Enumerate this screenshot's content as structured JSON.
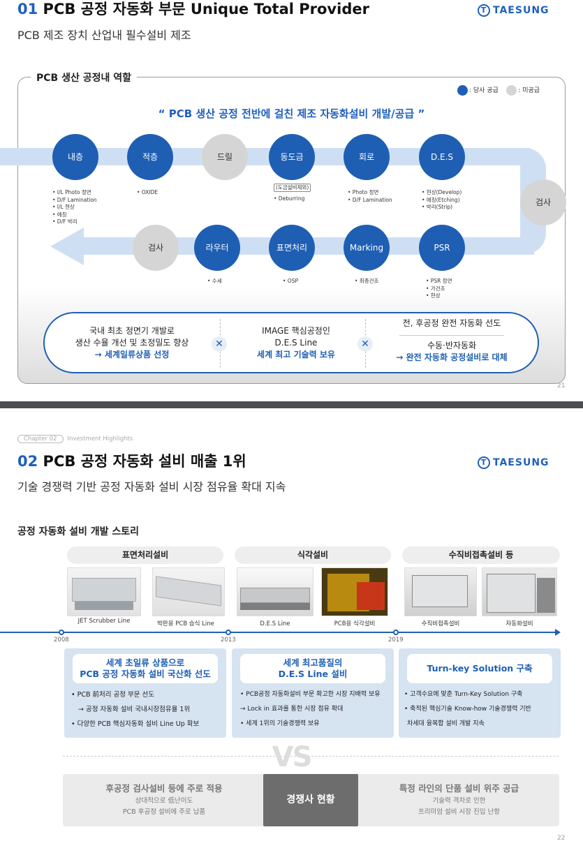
{
  "slide1": {
    "title_num": "01",
    "title": "PCB 공정 자동화 부문 Unique Total Provider",
    "subtitle": "PCB 제조 장치 산업내 필수설비 제조",
    "logo": "TAESUNG",
    "frame_title": "PCB 생산 공정내 역할",
    "legend": {
      "ours": "당사 공급",
      "not": "미공급",
      "ours_color": "#1e5fb4",
      "not_color": "#d5d5d5"
    },
    "quote": "“ PCB 생산 공정 전반에 걸친 제조 자동화설비 개발/공급 ”",
    "top_row": [
      {
        "label": "내층",
        "supplied": true,
        "notes": [
          "• I/L Photo 정면",
          "• D/F Lamination",
          "• I/L 현상",
          "• 에칭",
          "• D/F 박리"
        ]
      },
      {
        "label": "적층",
        "supplied": true,
        "notes": [
          "• OXIDE"
        ]
      },
      {
        "label": "드릴",
        "supplied": false,
        "notes": []
      },
      {
        "label": "동도금",
        "supplied": true,
        "badge": "(도금설비제외)",
        "notes": [
          "• Deburring"
        ]
      },
      {
        "label": "회로",
        "supplied": true,
        "notes": [
          "• Photo 정면",
          "• D/F Lamination"
        ]
      },
      {
        "label": "D.E.S",
        "supplied": true,
        "notes": [
          "• 현상(Develop)",
          "• 에칭(Etching)",
          "• 박리(Strip)"
        ]
      }
    ],
    "side_step": {
      "label": "검사",
      "supplied": false
    },
    "bottom_row": [
      {
        "label": "검사",
        "supplied": false,
        "notes": []
      },
      {
        "label": "라우터",
        "supplied": true,
        "notes": [
          "• 수세"
        ]
      },
      {
        "label": "표면처리",
        "supplied": true,
        "notes": [
          "• OSP"
        ]
      },
      {
        "label": "Marking",
        "supplied": true,
        "notes": [
          "• 최종건조"
        ]
      },
      {
        "label": "PSR",
        "supplied": true,
        "notes": [
          "• PSR 정면",
          "• 가건조",
          "• 현상"
        ]
      }
    ],
    "summary": [
      {
        "l1": "국내 최초 정면기 개발로",
        "l2": "생산 수율 개선 및 초정밀도 향상",
        "hl": "→ 세계일류상품 선정"
      },
      {
        "l1": "IMAGE 핵심공정인",
        "l2": "D.E.S Line",
        "hl": "세계 최고 기술력 보유"
      },
      {
        "l1": "전, 후공정 완전 자동화 선도",
        "l2": "수동·반자동화",
        "hl": "→ 완전 자동화 공정설비로 대체"
      }
    ],
    "x_mark": "✕",
    "page": "21"
  },
  "slide2": {
    "chapter": "Chapter 02",
    "chapter_title": "Investment Highlights",
    "title_num": "02",
    "title": "PCB 공정 자동화 설비 매출 1위",
    "subtitle": "기술 경쟁력 기반 공정 자동화 설비 시장 점유율 확대 지속",
    "logo": "TAESUNG",
    "story_title": "공정 자동화 설비 개발 스토리",
    "categories": [
      {
        "name": "표면처리설비",
        "photos": [
          "JET Scrubber Line",
          "박판용 PCB 습식 Line"
        ]
      },
      {
        "name": "식각설비",
        "photos": [
          "D.E.S Line",
          "PCB용 식각설비"
        ]
      },
      {
        "name": "수직비접촉설비 등",
        "photos": [
          "수직비접촉설비",
          "자동화설비"
        ]
      }
    ],
    "years": [
      "2008",
      "2013",
      "2019"
    ],
    "cards": [
      {
        "title1": "세계 초일류 상품으로",
        "title2": "PCB 공정 자동화 설비 국산화 선도",
        "lines": [
          "• PCB 前처리 공정 부문 선도",
          "   → 공정 자동화 설비 국내시장점유율 1위",
          "• 다양한 PCB 핵심자동화 설비 Line Up 확보"
        ]
      },
      {
        "title1": "세계 최고품질의",
        "title2": "D.E.S Line 설비",
        "lines": [
          "• PCB공정 자동화설비 부문 확고한 시장 지배력 보유",
          "→ Lock in 효과를 통한 시장 점유 확대",
          "• 세계 1위의 기술경쟁력 보유"
        ]
      },
      {
        "title1": "Turn-key Solution 구축",
        "title2": "",
        "lines": [
          "• 고객수요에 맞춘 Turn-Key Solution 구축",
          "• 축적된 핵심기술 Know-how 기술경쟁력 기반",
          "   차세대 융복합 설비 개발 지속"
        ]
      }
    ],
    "vs": "VS",
    "competitor": {
      "left": {
        "h": "후공정 검사설비 등에 주로 적용",
        "d1": "상대적으로 低난이도",
        "d2": "PCB 후공정 설비에 주로 납품"
      },
      "mid": "경쟁사 현황",
      "right": {
        "h": "특정 라인의 단품 설비 위주 공급",
        "d1": "기술력 격차로 인한",
        "d2": "프리미엄 설비 시장 진입 난항"
      }
    },
    "page": "22"
  }
}
